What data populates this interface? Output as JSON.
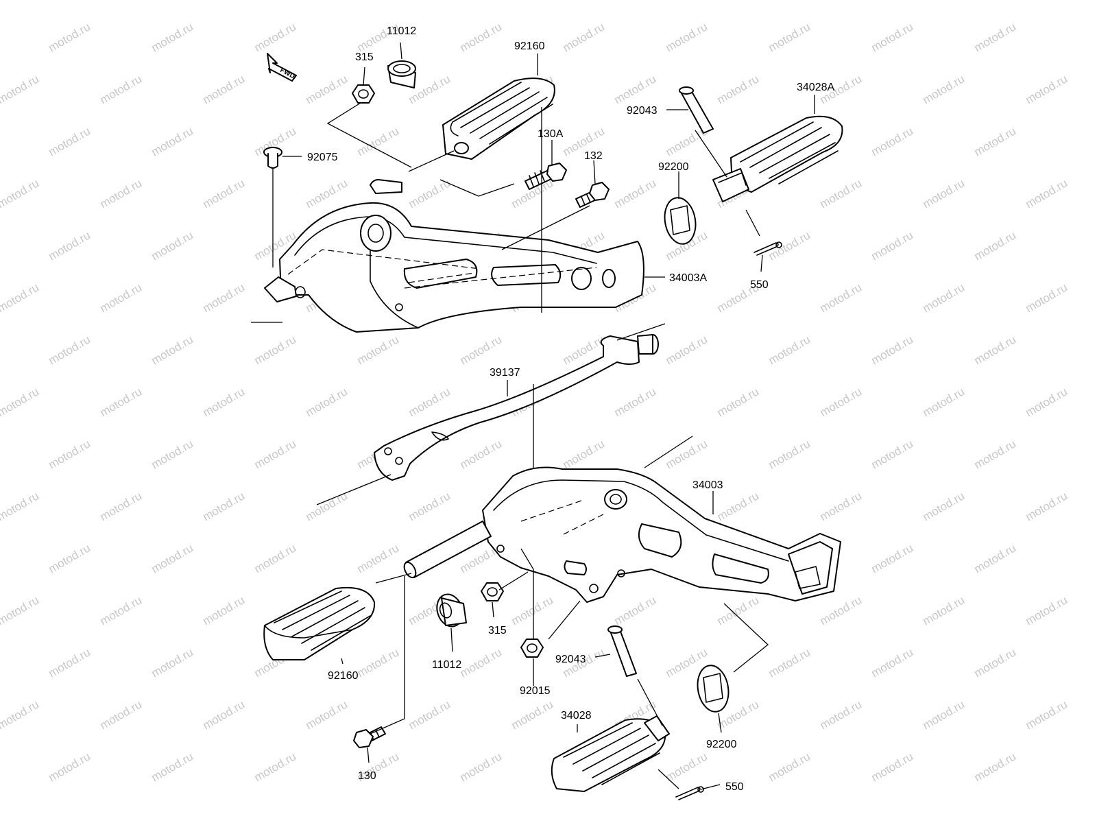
{
  "diagram": {
    "watermark": "motod.ru",
    "direction_label": "FWD",
    "callouts": {
      "c11012_top": "11012",
      "c315_top": "315",
      "c92160_top": "92160",
      "c92075": "92075",
      "c130A": "130A",
      "c132": "132",
      "c92043_top": "92043",
      "c34028A": "34028A",
      "c92200_top": "92200",
      "c34003A": "34003A",
      "c550_top": "550",
      "c39137": "39137",
      "c34003": "34003",
      "c315_bottom": "315",
      "c11012_bottom": "11012",
      "c92160_bottom": "92160",
      "c92015": "92015",
      "c92043_bottom": "92043",
      "c34028": "34028",
      "c92200_bottom": "92200",
      "c130": "130",
      "c550_bottom": "550"
    }
  }
}
